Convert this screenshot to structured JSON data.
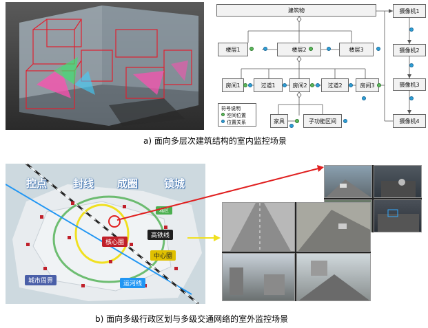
{
  "caption_a": "a) 面向多层次建筑结构的室内监控场景",
  "caption_b": "b) 面向多级行政区划与多级交通网络的室外监控场景",
  "tree": {
    "building": "建筑物",
    "floors": [
      "楼层1",
      "楼层2",
      "楼层3"
    ],
    "rooms": [
      "房间1",
      "过道1",
      "房间2",
      "过道2",
      "房间3"
    ],
    "furniture": "家具",
    "subzone": "子功能区间",
    "cameras": [
      "摄像机1",
      "摄像机2",
      "摄像机3",
      "摄像机4"
    ]
  },
  "legend": {
    "title": "符号说明",
    "spatial": "空间位置",
    "position": "位置关系"
  },
  "map": {
    "top_labels": [
      "控点",
      "封线",
      "成圈",
      "锁城"
    ],
    "core": "核心圈",
    "high_speed": "高铁线",
    "center": "中心圈",
    "city_edge": "城市周界",
    "canal": "运河线",
    "town": "城区"
  },
  "colors": {
    "green_dot": "#5cb85c",
    "blue_dot": "#2e9fd6",
    "arrow_red": "#e02020",
    "arrow_yellow": "#f0e020"
  }
}
